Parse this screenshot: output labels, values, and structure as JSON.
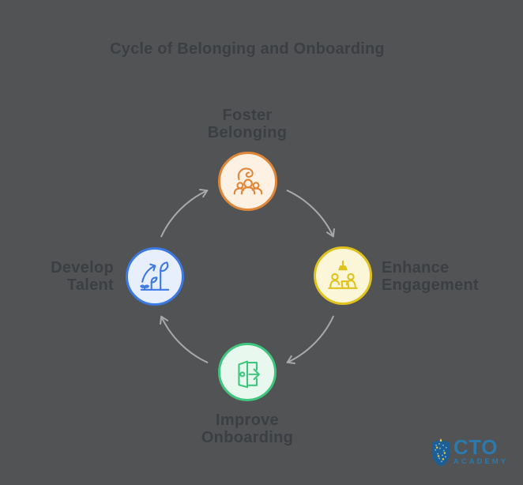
{
  "title": "Cycle of Belonging and Onboarding",
  "colors": {
    "background": "#525354",
    "text": "#3b3e43",
    "arrow": "#a8a8a8"
  },
  "nodes": [
    {
      "name": "foster-belonging",
      "line1": "Foster",
      "line2": "Belonging",
      "icon": "community-icon",
      "accent": "#e08639",
      "fill": "#fcf1e2"
    },
    {
      "name": "enhance-engagement",
      "line1": "Enhance",
      "line2": "Engagement",
      "icon": "collaboration-icon",
      "accent": "#e0c21d",
      "fill": "#faf6d7"
    },
    {
      "name": "improve-onboarding",
      "line1": "Improve",
      "line2": "Onboarding",
      "icon": "door-arrow-icon",
      "accent": "#3ec57e",
      "fill": "#e9f8ee"
    },
    {
      "name": "develop-talent",
      "line1": "Develop",
      "line2": "Talent",
      "icon": "growth-icon",
      "accent": "#3d79e3",
      "fill": "#e8effc"
    }
  ],
  "cycle": {
    "direction": "clockwise"
  },
  "logo": {
    "text": "CTO",
    "subtext": "ACADEMY",
    "text_color": "#2b79ad",
    "shield_color": "#1d5e94",
    "shield_accent": "#7ab4da",
    "sparkle_color": "#f2c230"
  }
}
